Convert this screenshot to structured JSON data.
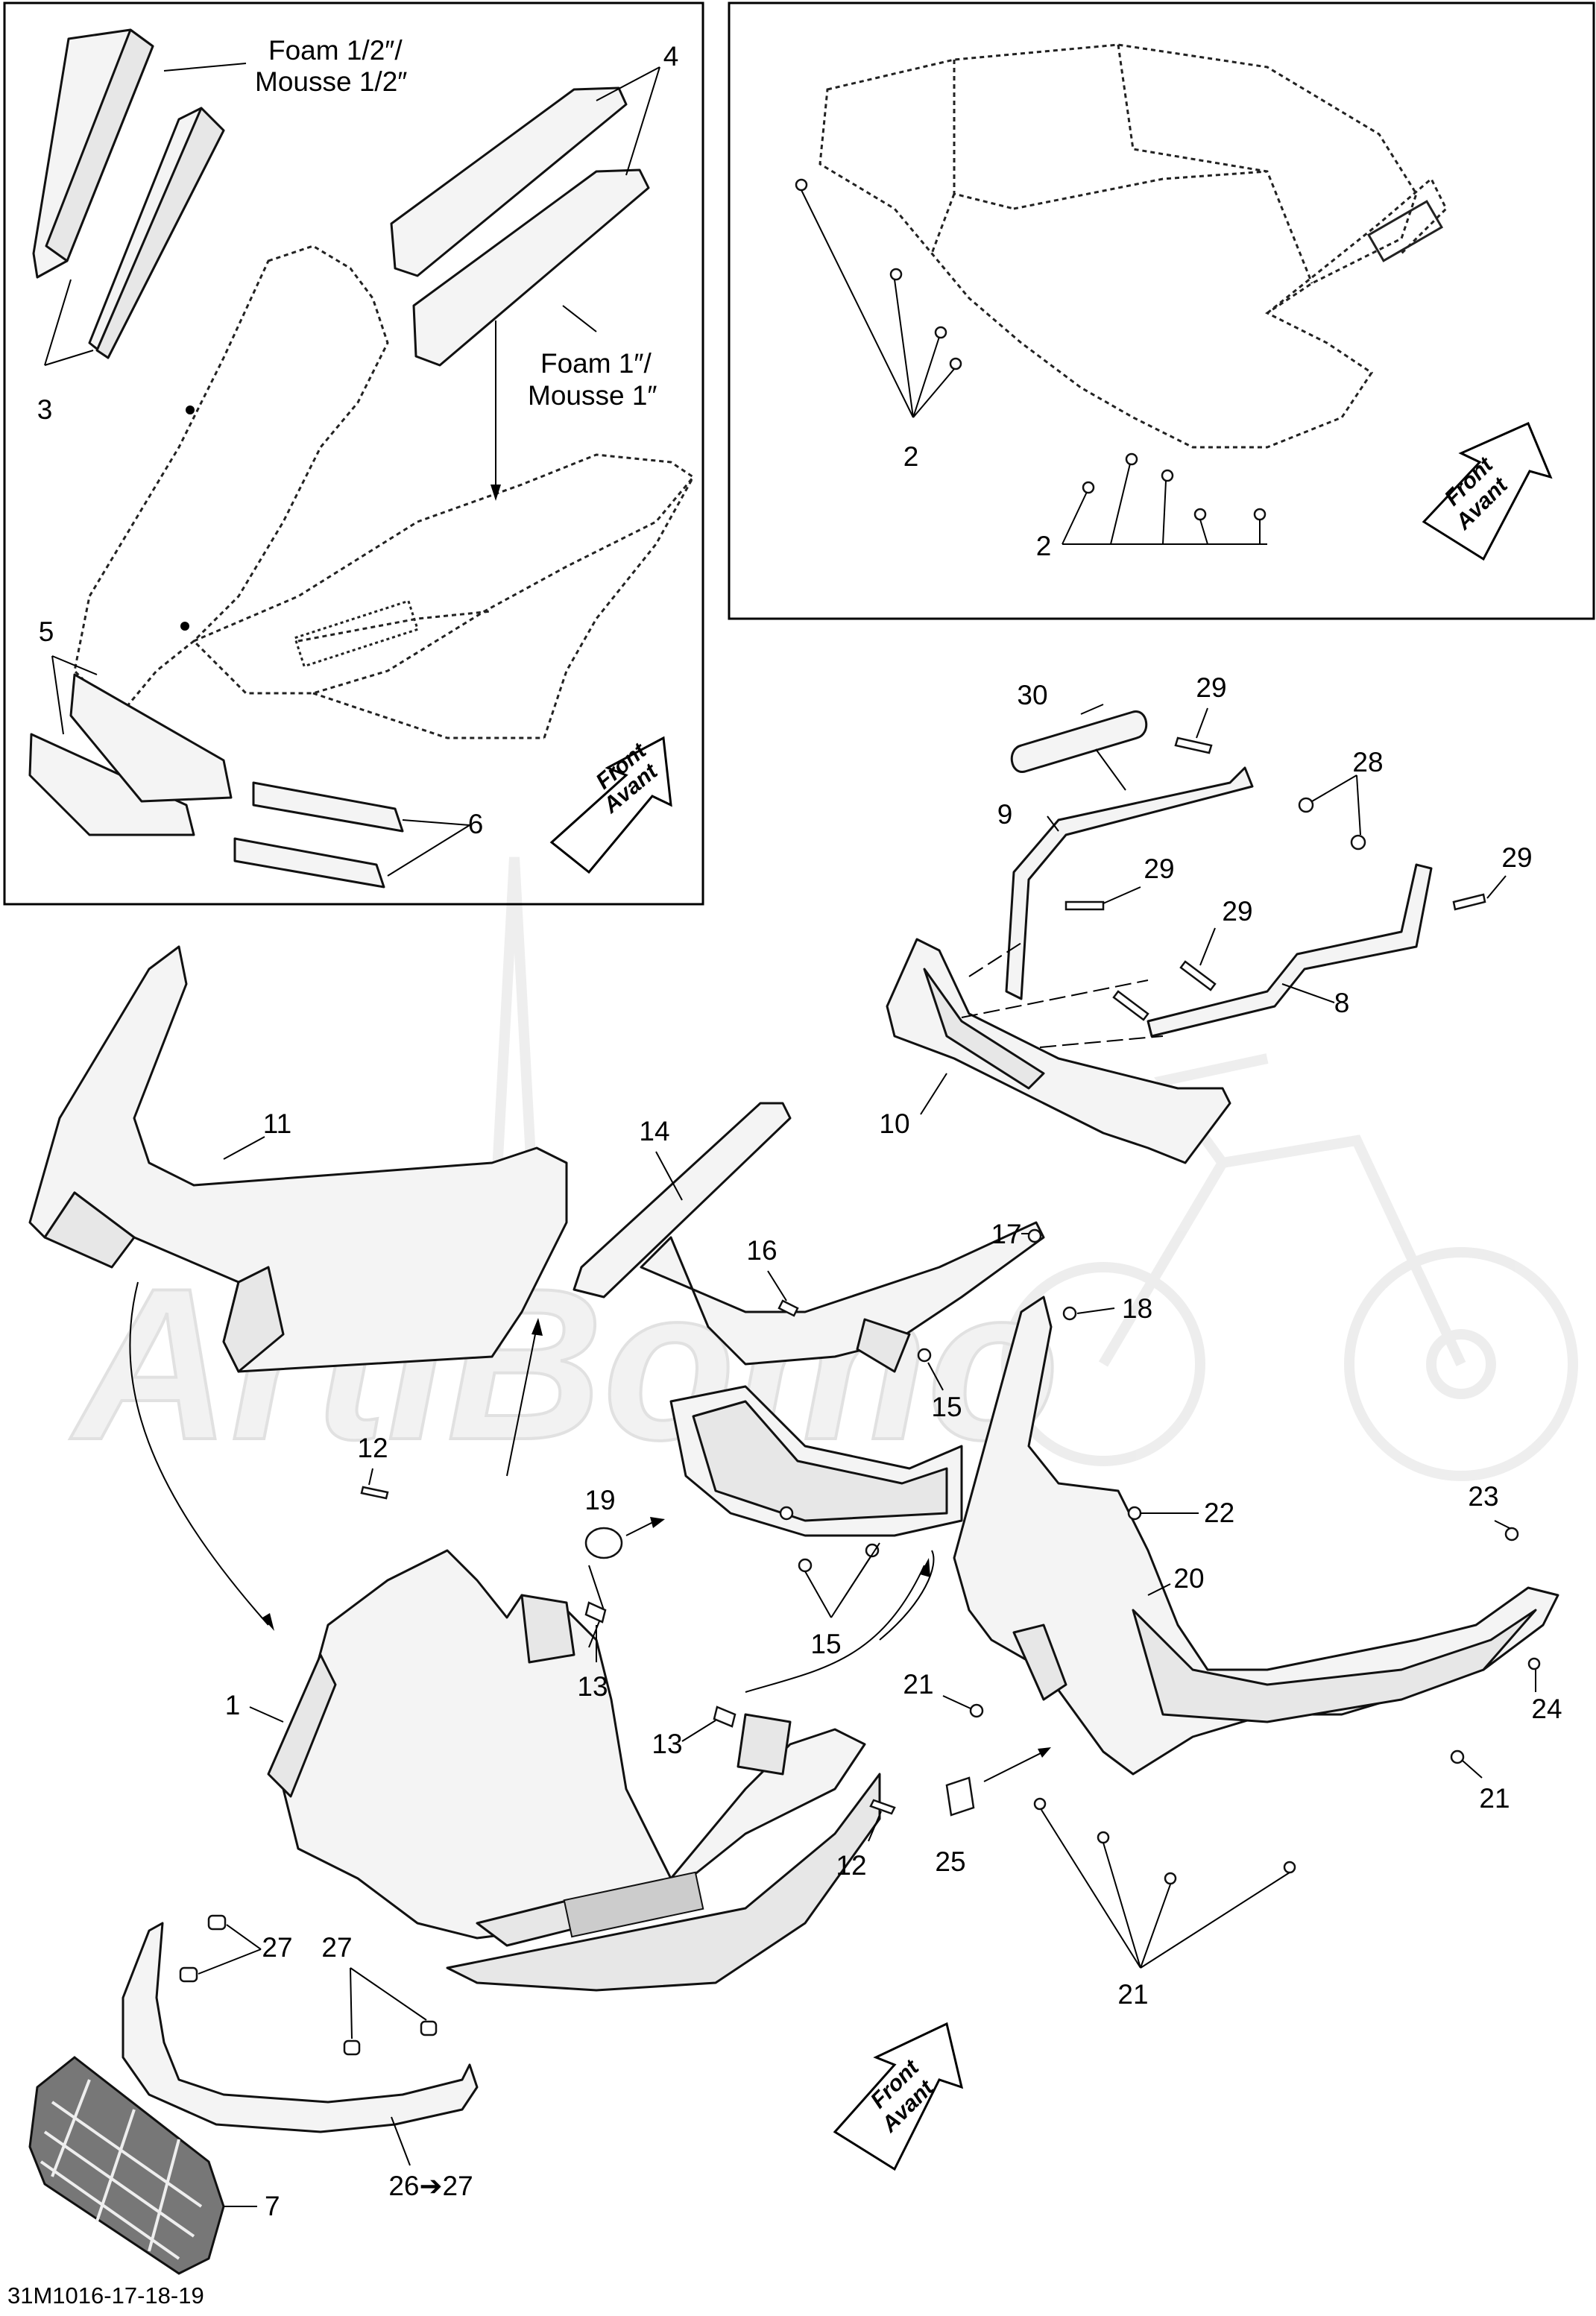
{
  "diagram": {
    "inset_left": {
      "labels": {
        "foam_half": "Foam 1/2″/\nMousse 1/2″",
        "foam_one": "Foam 1″/\nMousse 1″",
        "callout_3": "3",
        "callout_4": "4",
        "callout_5": "5",
        "callout_6": "6"
      },
      "direction_arrow": {
        "line1": "Front",
        "line2": "Avant"
      }
    },
    "inset_right": {
      "labels": {
        "callout_2a": "2",
        "callout_2b": "2"
      },
      "direction_arrow": {
        "line1": "Front",
        "line2": "Avant"
      }
    },
    "main": {
      "callouts": {
        "c1": "1",
        "c7": "7",
        "c8": "8",
        "c9": "9",
        "c10": "10",
        "c11": "11",
        "c12a": "12",
        "c12b": "12",
        "c13a": "13",
        "c13b": "13",
        "c14": "14",
        "c15a": "15",
        "c15b": "15",
        "c16": "16",
        "c17": "17",
        "c18": "18",
        "c19": "19",
        "c20": "20",
        "c21a": "21",
        "c21b": "21",
        "c21c": "21",
        "c22": "22",
        "c23": "23",
        "c24": "24",
        "c25": "25",
        "c26": "26➔27",
        "c27a": "27",
        "c27b": "27",
        "c28": "28",
        "c29a": "29",
        "c29b": "29",
        "c29c": "29",
        "c29d": "29",
        "c30": "30"
      },
      "direction_arrow": {
        "line1": "Front",
        "line2": "Avant"
      }
    },
    "footer_code": "31M1016-17-18-19"
  }
}
